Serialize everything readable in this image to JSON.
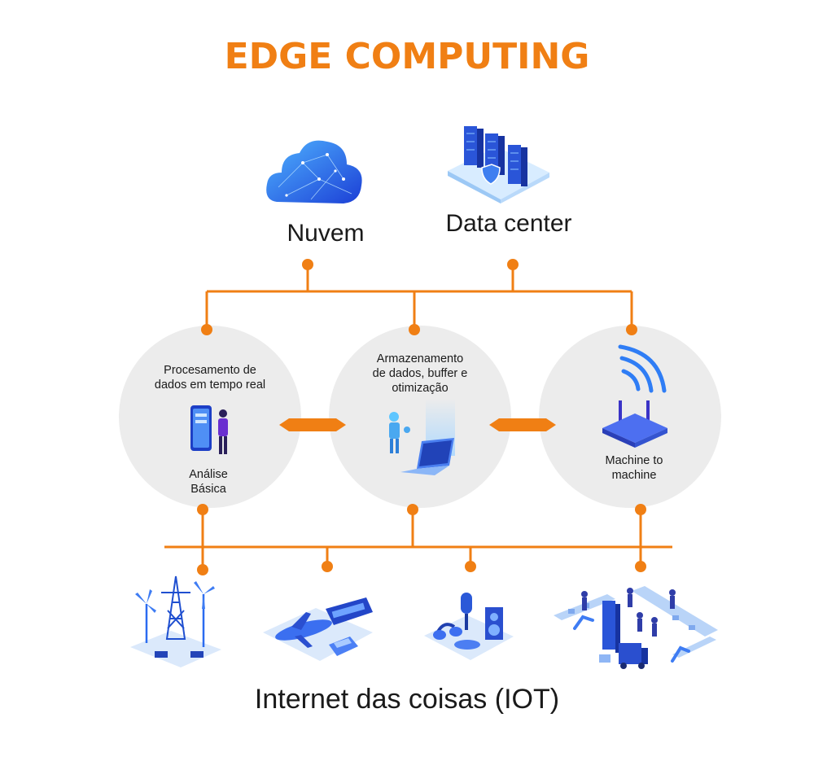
{
  "title": "EDGE COMPUTING",
  "top": {
    "cloud_label": "Nuvem",
    "datacenter_label": "Data center"
  },
  "edge": {
    "left_top_text": "Procesamento de\ndados em tempo real",
    "left_bottom_text": "Análise\nBásica",
    "center_text": "Armazenamento\nde dados, buffer e\notimização",
    "right_text": "Machine to\nmachine"
  },
  "bottom": {
    "label": "Internet das coisas (IOT)",
    "icons": [
      "wind-energy-icon",
      "transport-icon",
      "audio-devices-icon",
      "smart-factory-icon"
    ]
  },
  "colors": {
    "accent": "#f07f14",
    "circle": "#ececec",
    "blue": "#2b6bf0"
  }
}
